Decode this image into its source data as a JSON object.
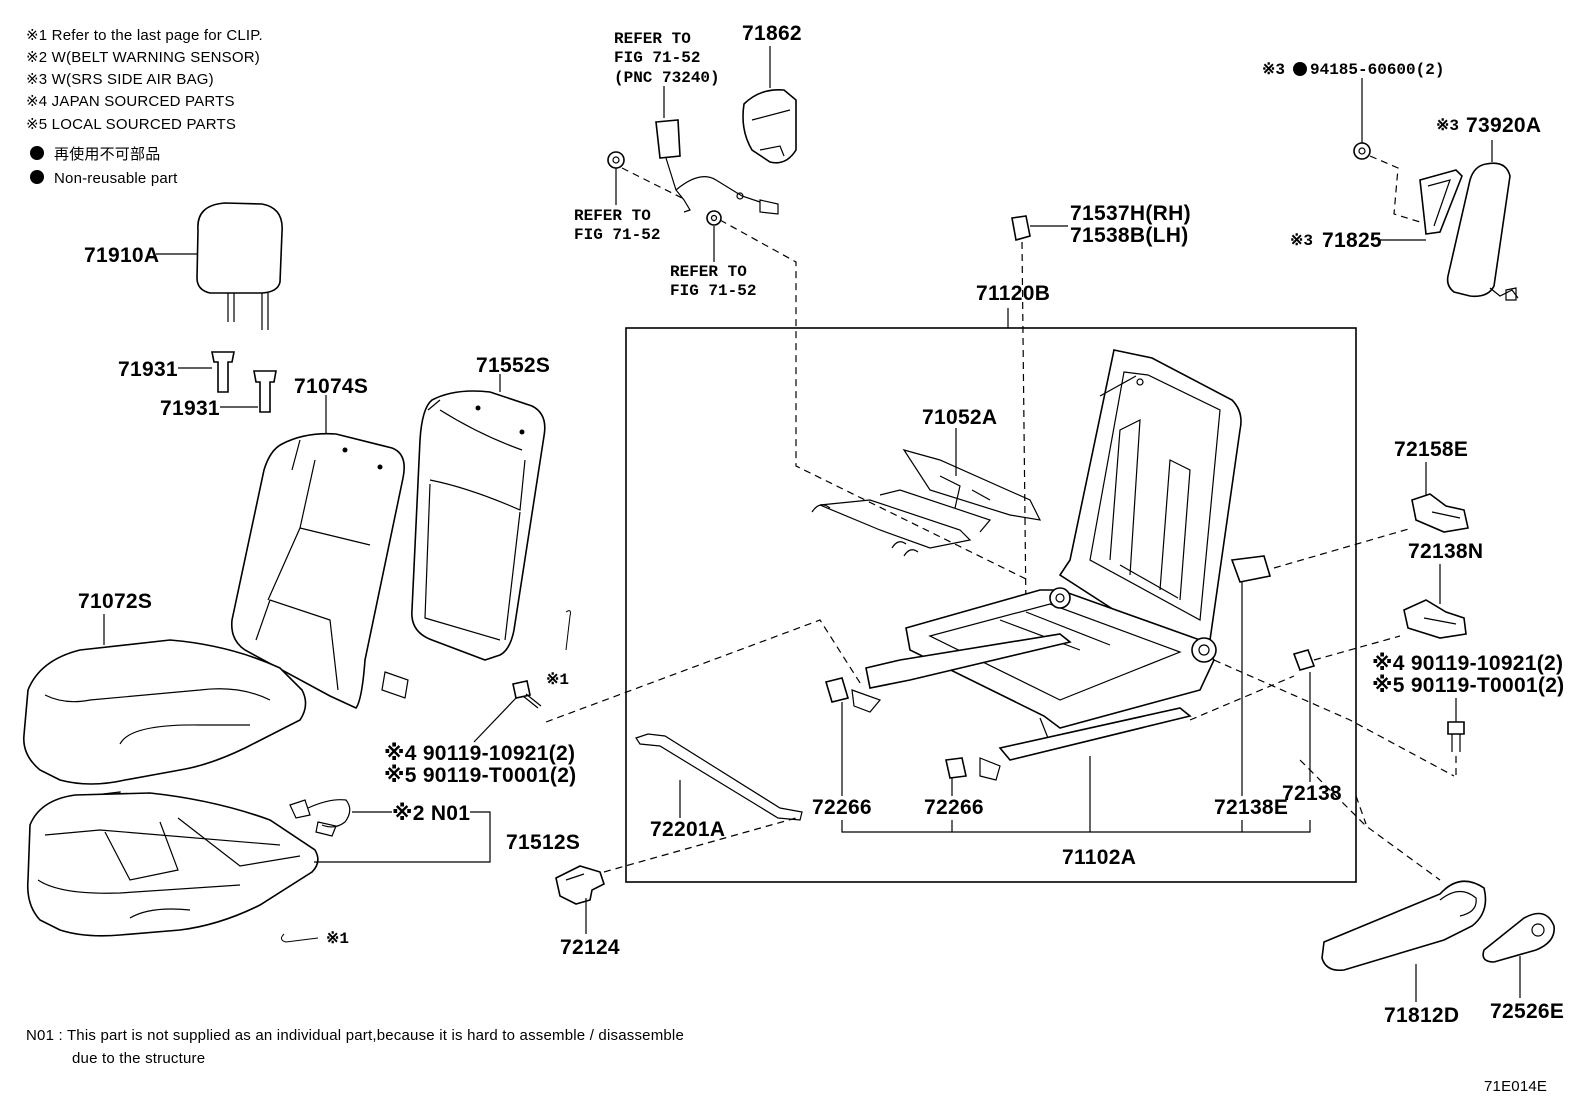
{
  "legend": {
    "notes": [
      "※1  Refer to the last page for CLIP.",
      "※2  W(BELT WARNING SENSOR)",
      "※3  W(SRS SIDE AIR BAG)",
      "※4 JAPAN SOURCED PARTS",
      "※5 LOCAL SOURCED PARTS"
    ],
    "nonreusable_jp": "再使用不可部品",
    "nonreusable_en": "Non-reusable part"
  },
  "parts": {
    "p71910A": "71910A",
    "p71931a": "71931",
    "p71931b": "71931",
    "p71074S": "71074S",
    "p71552S": "71552S",
    "p71072S": "71072S",
    "p71512S": "71512S",
    "n01": "※2 N01",
    "clip1a": "※1",
    "clip1b": "※1",
    "bolt_jp": "※4 90119-10921(2)",
    "bolt_local": "※5 90119-T0001(2)",
    "p72124": "72124",
    "p71862": "71862",
    "ref_top_1": "REFER TO",
    "ref_top_2": "FIG 71-52",
    "ref_top_3": "(PNC 73240)",
    "ref_mid_1": "REFER TO",
    "ref_mid_2": "FIG 71-52",
    "ref_low_1": "REFER TO",
    "ref_low_2": "FIG 71-52",
    "p71537H": "71537H(RH)",
    "p71538B": "71538B(LH)",
    "p71120B": "71120B",
    "p71052A": "71052A",
    "p72201A": "72201A",
    "p72266a": "72266",
    "p72266b": "72266",
    "p71102A": "71102A",
    "p72138E": "72138E",
    "p72138": "72138",
    "nut_p3": "※3",
    "nut_pn": "94185-60600(2)",
    "p73920A_mark": "※3",
    "p73920A": "73920A",
    "p71825_mark": "※3",
    "p71825": "71825",
    "p72158E": "72158E",
    "p72138N": "72138N",
    "bolt2_jp": "※4 90119-10921(2)",
    "bolt2_local": "※5 90119-T0001(2)",
    "p71812D": "71812D",
    "p72526E": "72526E"
  },
  "footnote": {
    "line1": "N01 : This part is not supplied as an individual part,because it is hard to assemble / disassemble",
    "line2": "due to the structure"
  },
  "figure_id": "71E014E"
}
